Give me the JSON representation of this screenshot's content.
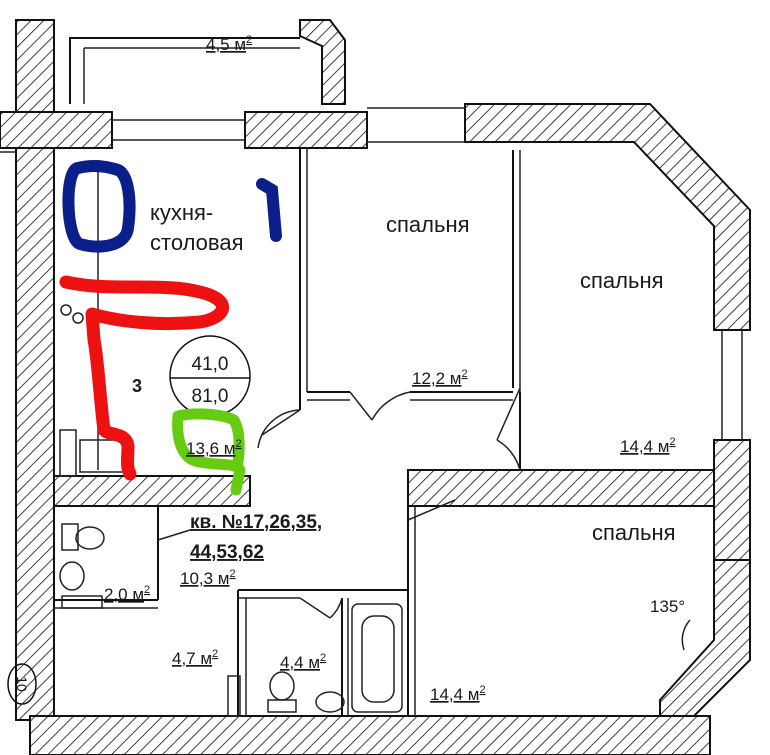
{
  "rooms": {
    "kitchen_line1": "кухня-",
    "kitchen_line2": "столовая",
    "bedroom_label": "спальня",
    "bedroom1_area": "12,2 м",
    "bedroom2_area": "14,4 м",
    "bedroom3_area": "14,4 м",
    "kitchen_area": "13,6 м",
    "balcony_area": "4,5 м",
    "bath1_area": "2,0 м",
    "hall_area": "10,3 м",
    "corridor_area": "4,7 м",
    "bath2_area": "4,4 м",
    "sq": "2"
  },
  "apartment": {
    "rooms_count": "3",
    "living_area": "41,0",
    "total_area": "81,0",
    "numbers_line1": "кв. №17,26,35,",
    "numbers_line2": "44,53,62"
  },
  "angle_label": "135°",
  "axis_marker": "10",
  "annotations": {
    "blue": "#0a1f8a",
    "red": "#ee1111",
    "green": "#66cc11"
  }
}
